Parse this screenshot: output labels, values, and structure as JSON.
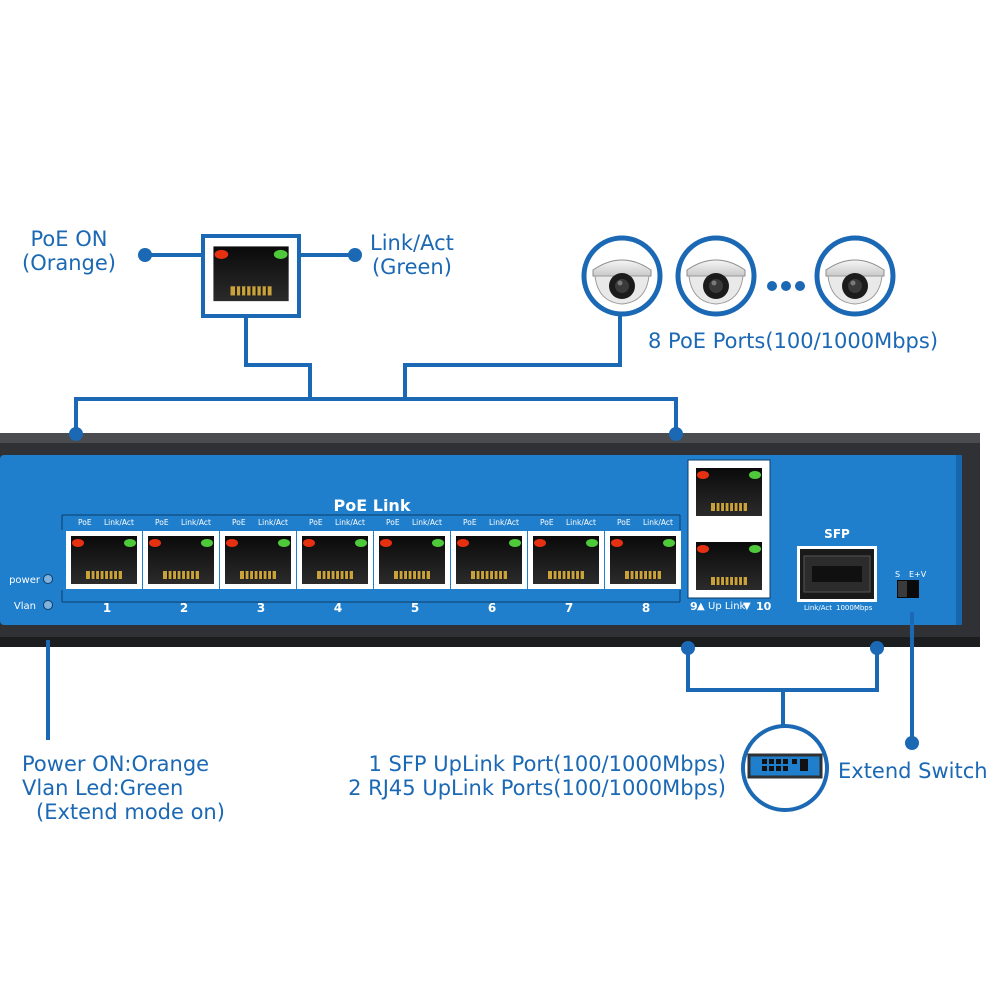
{
  "callouts": {
    "poe_on": [
      "PoE ON",
      "(Orange)"
    ],
    "link_act": [
      "Link/Act",
      "(Green)"
    ],
    "poe_ports": "8 PoE Ports(100/1000Mbps)",
    "power_vlan": [
      "Power ON:Orange",
      "Vlan Led:Green",
      "(Extend mode on)"
    ],
    "uplink": [
      "1 SFP UpLink Port(100/1000Mbps)",
      "2 RJ45 UpLink Ports(100/1000Mbps)"
    ],
    "extend_switch": "Extend Switch"
  },
  "panel": {
    "poe_link_title": "PoE  Link",
    "port_led_labels": {
      "poe": "PoE",
      "link": "Link/Act"
    },
    "ports": [
      "1",
      "2",
      "3",
      "4",
      "5",
      "6",
      "7",
      "8"
    ],
    "status_leds": [
      "power",
      "Vlan"
    ],
    "uplink_label": {
      "left": "9",
      "middle": "Up Link",
      "right": "10"
    },
    "sfp": {
      "title": "SFP",
      "link": "Link/Act",
      "speed": "1000Mbps"
    },
    "switch_labels": {
      "s": "S",
      "ev": "E+V"
    }
  },
  "colors": {
    "accent": "#1b68b4",
    "panel_blue": "#1f7fcc",
    "chassis": "#3a3c3f",
    "led_orange": "#e63012",
    "led_green": "#4ec93a"
  },
  "icons": [
    "camera-icon",
    "camera-icon",
    "camera-icon",
    "switch-icon",
    "rj45-port-icon"
  ]
}
